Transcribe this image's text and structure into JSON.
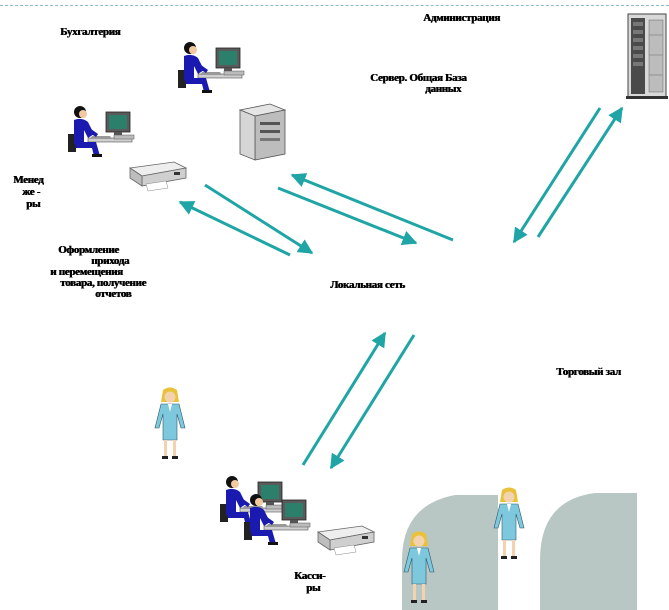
{
  "labels": {
    "administration": "Администрация",
    "accounting": "Бухгалтерия",
    "server_line1": "Сервер. Общая База",
    "server_line2": "данных",
    "managers_line1": "Менед",
    "managers_line2": "же -",
    "managers_line3": "ры",
    "ops_line1": "Оформление",
    "ops_line2": "прихода",
    "ops_line3": "и перемещения",
    "ops_line4": "товара, получение",
    "ops_line5": "отчетов",
    "local_network": "Локальная сеть",
    "sales_floor": "Торговый зал",
    "cashiers_line1": "Касси-",
    "cashiers_line2": "ры"
  },
  "colors": {
    "arrow": "#1fa5a5",
    "suit": "#1a1ab0",
    "cashier_suit": "#7ec8de",
    "floor_arch": "#b9c7c4",
    "monitor": "#4a4a4a",
    "screen": "#2c7f6a",
    "desk": "#d8d8d8"
  },
  "icons": [
    "accountant-computer-icon",
    "server-rack-icon",
    "manager-computer-icon",
    "printer-icon",
    "server-tower-icon",
    "woman-figure-icon",
    "cashier-computer-icon"
  ]
}
